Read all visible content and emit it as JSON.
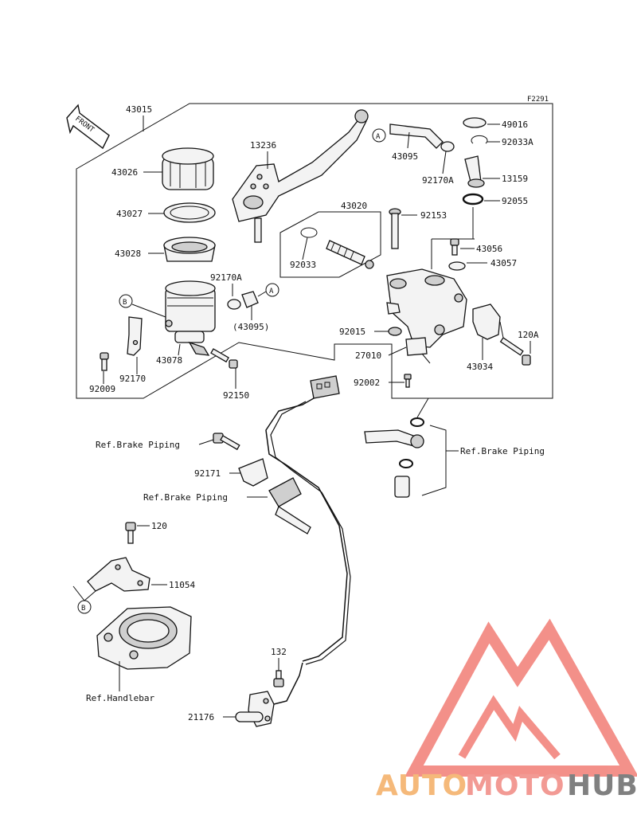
{
  "figure_code": "F2291",
  "front_label": "FRONT",
  "parts": {
    "p43015": "43015",
    "p43026": "43026",
    "p43027": "43027",
    "p43028": "43028",
    "p92170A_left": "92170A",
    "p43095_paren": "(43095)",
    "p43078": "43078",
    "p92170": "92170",
    "p92009": "92009",
    "p92150": "92150",
    "p13236": "13236",
    "p43020": "43020",
    "p92033": "92033",
    "p43095": "43095",
    "p92170A_right": "92170A",
    "p49016": "49016",
    "p92033A": "92033A",
    "p13159": "13159",
    "p92055": "92055",
    "p92153": "92153",
    "p43056": "43056",
    "p43057": "43057",
    "p92015": "92015",
    "p27010": "27010",
    "p92002": "92002",
    "p43034": "43034",
    "p120A": "120A",
    "p92171": "92171",
    "p120": "120",
    "p11054": "11054",
    "p132": "132",
    "p21176": "21176"
  },
  "refs": {
    "brake_piping_left": "Ref.Brake Piping",
    "brake_piping_mid": "Ref.Brake Piping",
    "brake_piping_right": "Ref.Brake Piping",
    "handlebar": "Ref.Handlebar"
  },
  "callouts": {
    "a_top": "A",
    "a_mid": "A",
    "b_mid": "B",
    "b_low": "B"
  },
  "watermark": {
    "part1": "AUTO",
    "part2": "MOTO",
    "part3": "HUB",
    "color1": "#f5b97a",
    "color2": "#f29a94",
    "color3": "#808080",
    "logo_color": "#f2857d"
  }
}
